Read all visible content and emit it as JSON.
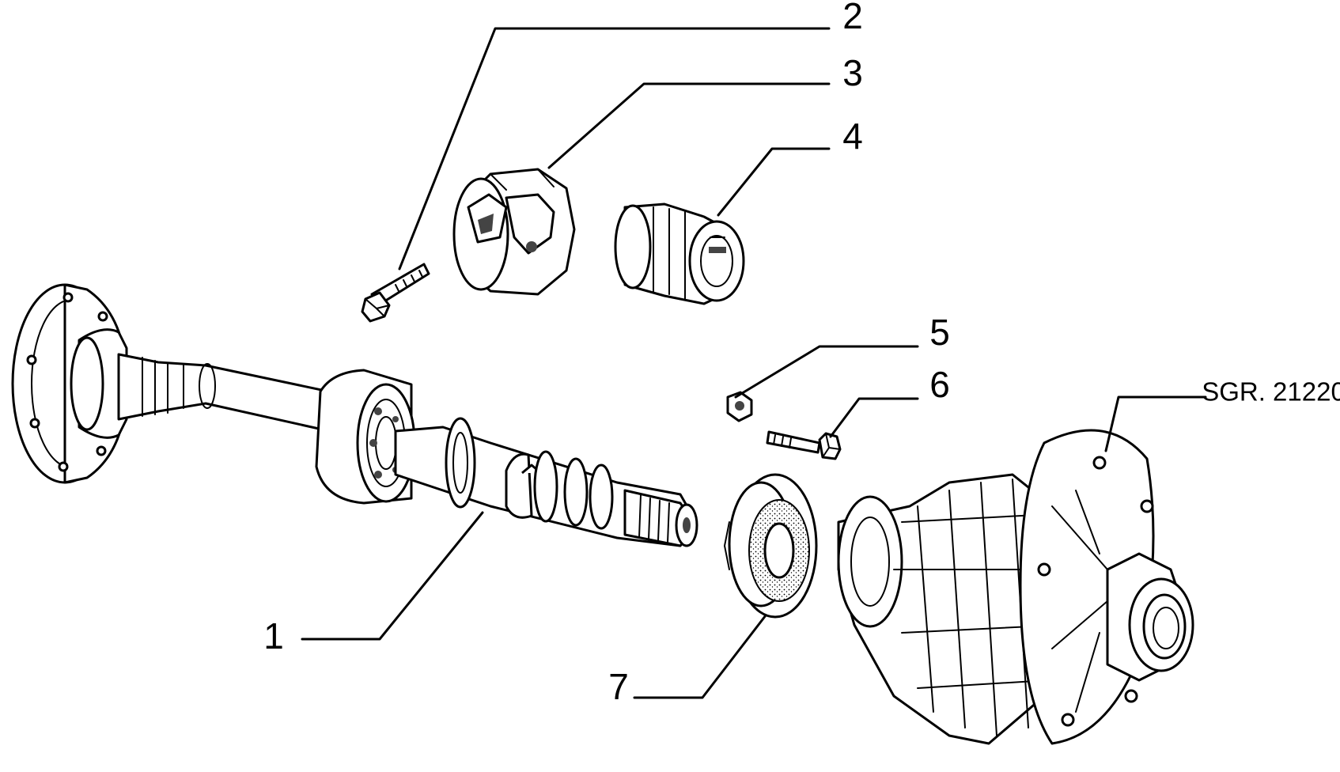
{
  "callouts": [
    {
      "id": "1",
      "text": "1"
    },
    {
      "id": "2",
      "text": "2"
    },
    {
      "id": "3",
      "text": "3"
    },
    {
      "id": "4",
      "text": "4"
    },
    {
      "id": "5",
      "text": "5"
    },
    {
      "id": "6",
      "text": "6"
    },
    {
      "id": "7",
      "text": "7"
    }
  ],
  "reference": "SGR. 21220"
}
